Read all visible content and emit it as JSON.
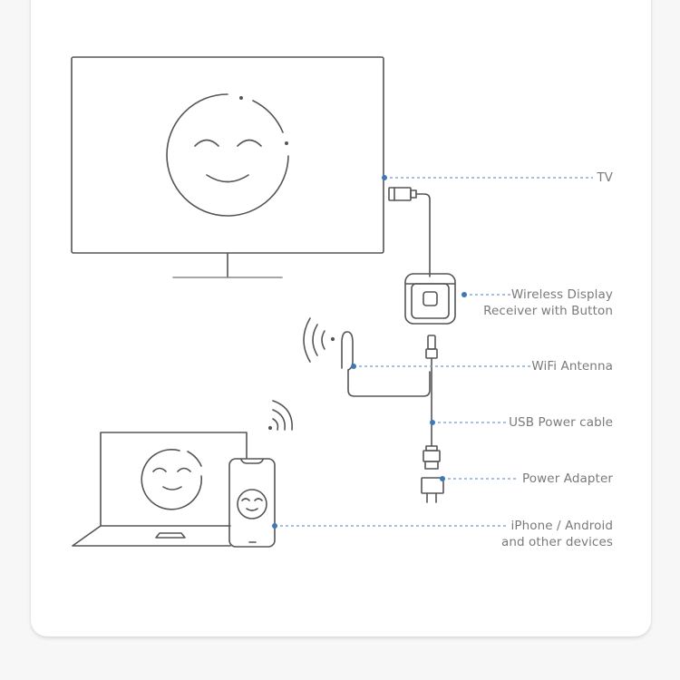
{
  "diagram": {
    "accent_color": "#3f78b8",
    "line_color": "#555555",
    "label_color": "#7a7a7a",
    "labels": {
      "tv": "TV",
      "receiver_line1": "Wireless Display",
      "receiver_line2": "Receiver with Button",
      "antenna": "WiFi Antenna",
      "usb_cable": "USB Power cable",
      "adapter": "Power Adapter",
      "devices_line1": "iPhone / Android",
      "devices_line2": "and other devices"
    },
    "components": [
      "tv",
      "hdmi-connector",
      "wireless-display-receiver",
      "wifi-antenna",
      "usb-power-cable",
      "power-adapter",
      "laptop",
      "smartphone"
    ]
  }
}
